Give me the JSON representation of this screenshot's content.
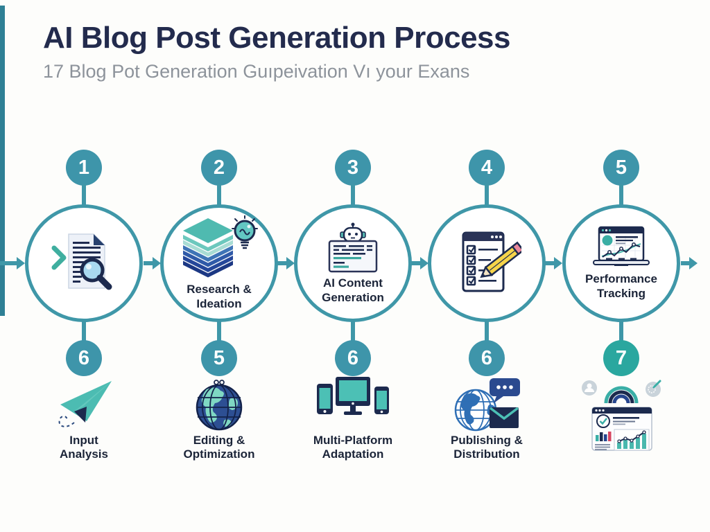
{
  "header": {
    "title": "AI Blog Post Generation Process",
    "subtitle": "17 Blog Pot Generation Guıpeivation Vı your Exans"
  },
  "colors": {
    "accent_teal": "#3f97a8",
    "badge_teal": "#3e95aa",
    "badge_alt_teal": "#2aa79f",
    "left_bar_teal": "#2f8095",
    "title_navy": "#232b4d",
    "subtitle_gray": "#8d939b",
    "icon_navy": "#1c2a4e",
    "icon_teal": "#4cbcb2",
    "pencil_yellow": "#f6d44a"
  },
  "steps": [
    {
      "number": "1",
      "label": "",
      "icon": "document-search-icon"
    },
    {
      "number": "2",
      "label": "Research &\nIdeation",
      "icon": "layers-lightbulb-icon"
    },
    {
      "number": "3",
      "label": "AI Content\nGeneration",
      "icon": "robot-document-icon"
    },
    {
      "number": "4",
      "label": "",
      "icon": "checklist-pencil-icon"
    },
    {
      "number": "5",
      "label": "Performance\nTracking",
      "icon": "laptop-chart-icon"
    }
  ],
  "substeps": [
    {
      "number": "6",
      "label": "Input\nAnalysis",
      "icon": "paper-plane-icon"
    },
    {
      "number": "5",
      "label": "Editing &\nOptimization",
      "icon": "globe-icon"
    },
    {
      "number": "6",
      "label": "Multi-Platform\nAdaptation",
      "icon": "devices-icon"
    },
    {
      "number": "6",
      "label": "Publishing &\nDistribution",
      "icon": "globe-message-icon"
    },
    {
      "number": "7",
      "label": "",
      "icon": "analytics-dashboard-icon"
    }
  ]
}
